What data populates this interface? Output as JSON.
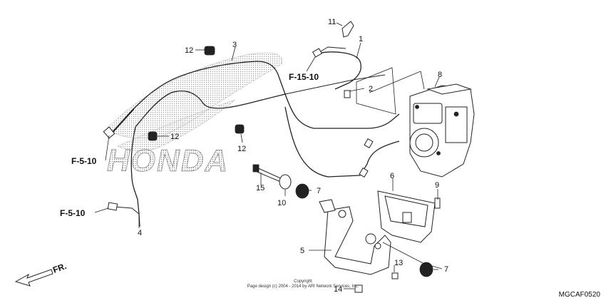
{
  "diagram": {
    "callouts": [
      "1",
      "2",
      "3",
      "4",
      "5",
      "6",
      "7",
      "7",
      "8",
      "9",
      "10",
      "11",
      "12",
      "12",
      "12",
      "13",
      "14",
      "15"
    ],
    "refs": [
      "F-15-10",
      "F-5-10",
      "F-5-10"
    ],
    "direction_label": "FR.",
    "watermark": "HONDA",
    "copyright_line1": "Copyright",
    "copyright_line2": "Page design (c) 2004 - 2014 by ARI Network Services, Inc.",
    "drawing_code": "MGCAF0520"
  }
}
